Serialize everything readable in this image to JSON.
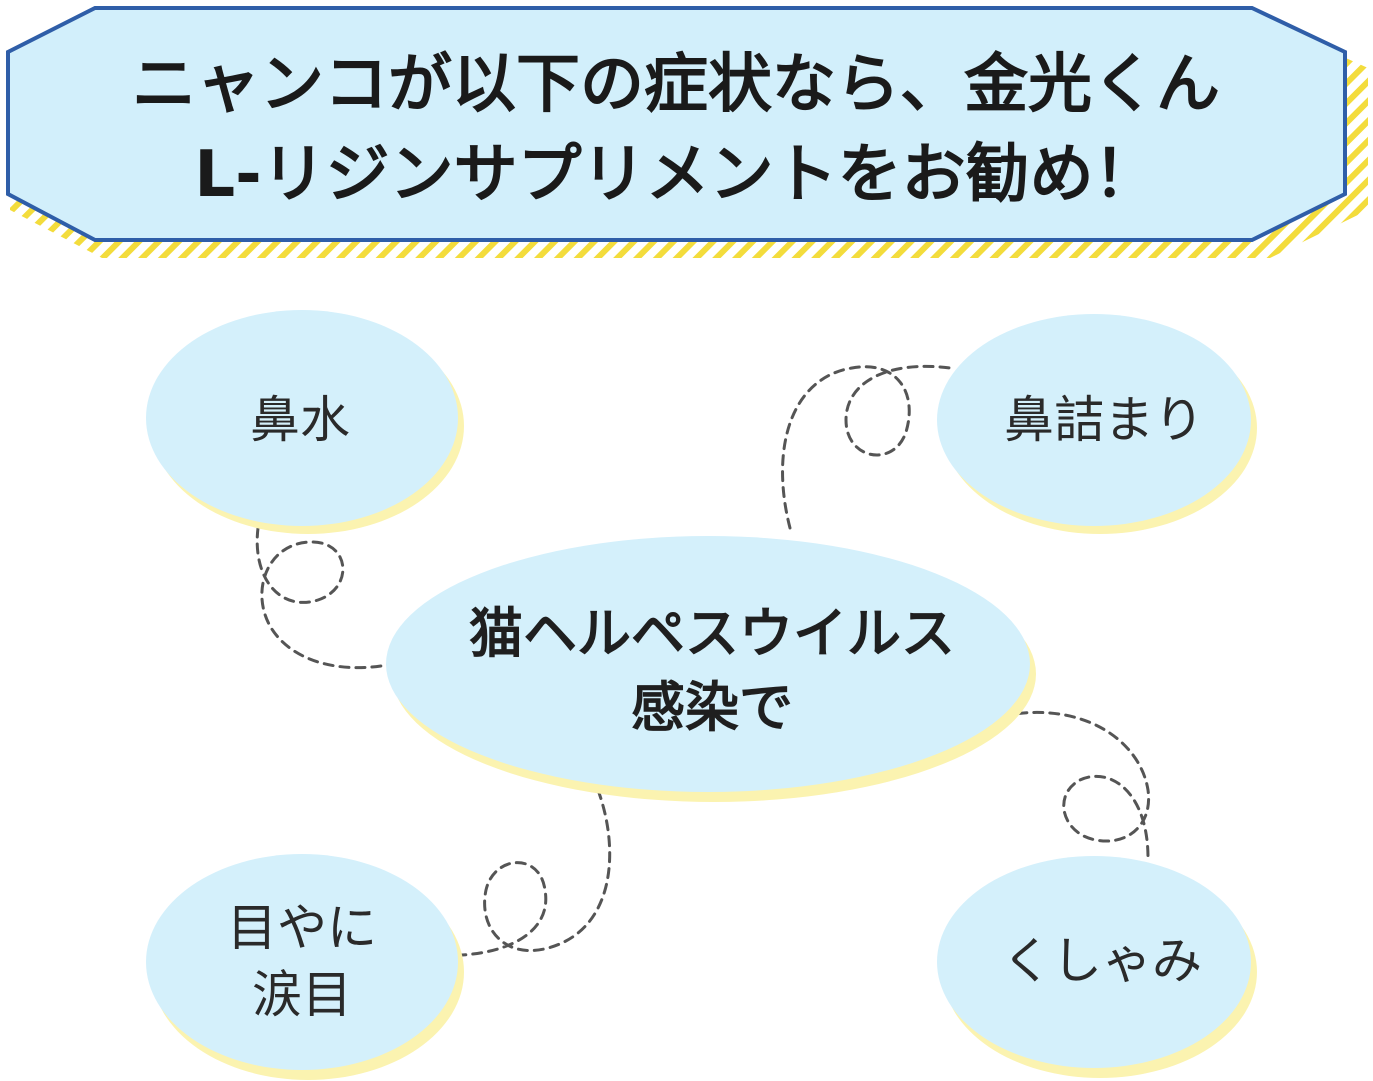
{
  "banner": {
    "line1": "ニャンコが以下の症状なら、金光くん",
    "line2": "L-リジンサプリメントをお勧め！"
  },
  "center": {
    "line1": "猫ヘルペスウイルス",
    "line2": "感染で"
  },
  "symptoms": {
    "runny_nose": "鼻水",
    "stuffy_nose": "鼻詰まり",
    "eye_discharge_line1": "目やに",
    "eye_discharge_line2": "涙目",
    "sneeze": "くしゃみ"
  },
  "colors": {
    "banner_fill": "#d2effb",
    "banner_border": "#2f5ea8",
    "stripe_yellow": "#f3dc3c",
    "bubble_fill": "#d4f0fb",
    "bubble_shadow": "#fbf3b0",
    "connector": "#555555"
  }
}
